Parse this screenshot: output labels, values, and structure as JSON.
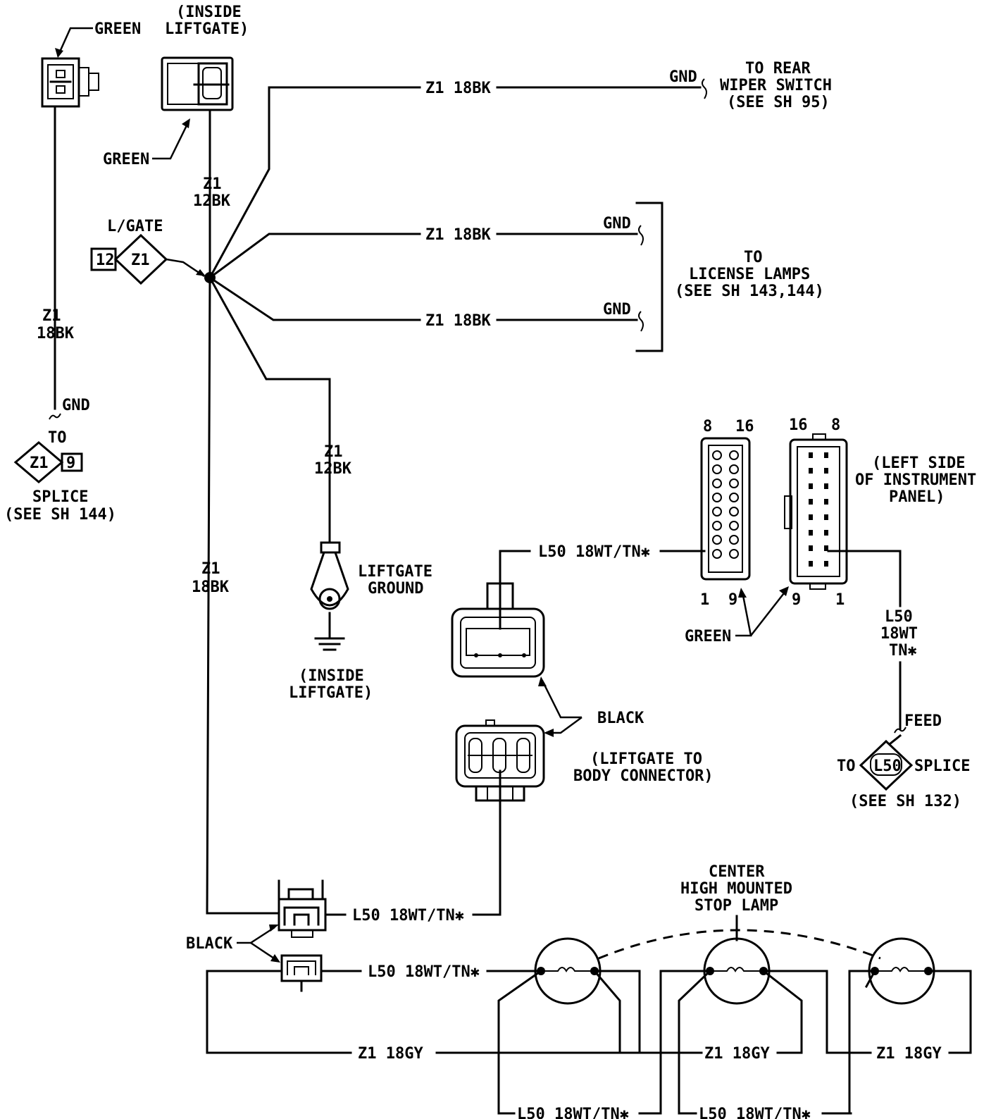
{
  "labels": {
    "green_tl": "GREEN",
    "inside_liftgate_1a": "(INSIDE",
    "inside_liftgate_1b": "LIFTGATE)",
    "green_2": "GREEN",
    "wire_z1_18bk_top": "Z1  18BK",
    "gnd_top": "GND",
    "to_rear": "TO REAR",
    "wiper_switch": "WIPER SWITCH",
    "see_sh95": "(SEE SH 95)",
    "z1_12bk_a1": "Z1",
    "z1_12bk_a2": "12BK",
    "lgate": "L/GATE",
    "splice_num_12": "12",
    "splice_z1": "Z1",
    "wire_z1_18bk_mid1": "Z1  18BK",
    "gnd_mid1": "GND",
    "wire_z1_18bk_mid2": "Z1  18BK",
    "gnd_mid2": "GND",
    "to_license": "TO",
    "license_lamps": "LICENSE LAMPS",
    "see_sh143": "(SEE SH 143,144)",
    "z1_18bk_left1": "Z1",
    "z1_18bk_left2": "18BK",
    "gnd_left": "GND",
    "to_left": "TO",
    "splice_left_z1": "Z1",
    "splice_left_9": "9",
    "splice_left": "SPLICE",
    "see_sh144": "(SEE SH 144)",
    "z1_12bk_b1": "Z1",
    "z1_12bk_b2": "12BK",
    "liftgate_ground1": "LIFTGATE",
    "liftgate_ground2": "GROUND",
    "inside_liftgate_2a": "(INSIDE",
    "inside_liftgate_2b": "LIFTGATE)",
    "z1_18bk_c1": "Z1",
    "z1_18bk_c2": "18BK",
    "l50_top": "L50  18WT/TN✱",
    "pin_8a": "8",
    "pin_16a": "16",
    "pin_16b": "16",
    "pin_8b": "8",
    "pin_1a": "1",
    "pin_9a": "9",
    "pin_9b": "9",
    "pin_1b": "1",
    "left_side1": "(LEFT SIDE",
    "left_side2": "OF INSTRUMENT",
    "left_side3": "PANEL)",
    "green_3": "GREEN",
    "l50_r1": "L50",
    "l50_r2": "18WT",
    "l50_r3": "TN✱",
    "black_1": "BLACK",
    "liftgate_body1": "(LIFTGATE TO",
    "liftgate_body2": "BODY CONNECTOR)",
    "feed": "FEED",
    "to_right": "TO",
    "splice_l50": "L50",
    "splice_right": "SPLICE",
    "see_sh132": "(SEE SH 132)",
    "center1": "CENTER",
    "center2": "HIGH MOUNTED",
    "center3": "STOP LAMP",
    "l50_lower_a": "L50  18WT/TN✱",
    "black_2": "BLACK",
    "l50_lower_b": "L50  18WT/TN✱",
    "z1_18gy_a": "Z1  18GY",
    "z1_18gy_b": "Z1  18GY",
    "z1_18gy_c": "Z1  18GY",
    "l50_bot_a": "L50  18WT/TN✱",
    "l50_bot_b": "L50  18WT/TN✱"
  }
}
